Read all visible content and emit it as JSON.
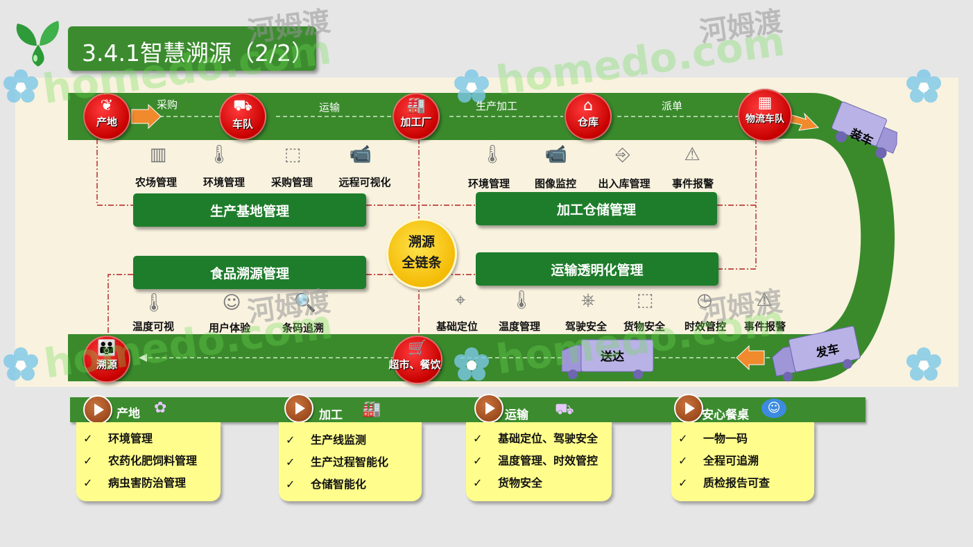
{
  "title": "3.4.1智慧溯源（2/2）",
  "watermarks": {
    "cn": "河姆渡",
    "en": "homedo.com"
  },
  "top_flow": {
    "nodes": [
      {
        "label": "产地",
        "icon": "sprout-icon"
      },
      {
        "label": "车队",
        "icon": "truck-icon"
      },
      {
        "label": "加工厂",
        "icon": "factory-icon"
      },
      {
        "label": "仓库",
        "icon": "warehouse-icon"
      },
      {
        "label": "物流车队",
        "icon": "building-icon"
      }
    ],
    "edge_labels": [
      "采购",
      "运输",
      "生产加工",
      "派单"
    ]
  },
  "bottom_flow": {
    "nodes": [
      {
        "label": "溯源",
        "icon": "people-icon"
      },
      {
        "label": "超市、餐饮",
        "icon": "cart-icon"
      }
    ],
    "trucks": [
      "装车",
      "送达",
      "发车"
    ]
  },
  "center": {
    "line1": "溯源",
    "line2": "全链条"
  },
  "modules": {
    "production_base": {
      "title": "生产基地管理",
      "features": [
        {
          "label": "农场管理",
          "icon": "farm-icon"
        },
        {
          "label": "环境管理",
          "icon": "thermometer-icon"
        },
        {
          "label": "采购管理",
          "icon": "box-icon"
        },
        {
          "label": "远程可视化",
          "icon": "camera-icon"
        }
      ]
    },
    "processing_storage": {
      "title": "加工仓储管理",
      "features": [
        {
          "label": "环境管理",
          "icon": "thermometer-icon"
        },
        {
          "label": "图像监控",
          "icon": "camera-icon"
        },
        {
          "label": "出入库管理",
          "icon": "door-icon"
        },
        {
          "label": "事件报警",
          "icon": "warning-icon"
        }
      ]
    },
    "food_trace": {
      "title": "食品溯源管理",
      "features": [
        {
          "label": "温度可视",
          "icon": "thermometer-icon"
        },
        {
          "label": "用户体验",
          "icon": "smiley-icon"
        },
        {
          "label": "条码追溯",
          "icon": "magnifier-icon"
        }
      ]
    },
    "transport": {
      "title": "运输透明化管理",
      "features": [
        {
          "label": "基础定位",
          "icon": "location-icon"
        },
        {
          "label": "温度管理",
          "icon": "thermometer-icon"
        },
        {
          "label": "驾驶安全",
          "icon": "steering-wheel-icon"
        },
        {
          "label": "货物安全",
          "icon": "box-icon"
        },
        {
          "label": "时效管控",
          "icon": "clock-icon"
        },
        {
          "label": "事件报警",
          "icon": "warning-icon"
        }
      ]
    }
  },
  "categories": [
    {
      "name": "产地",
      "icon": "plant-icon",
      "items": [
        "环境管理",
        "农药化肥饲料管理",
        "病虫害防治管理"
      ]
    },
    {
      "name": "加工",
      "icon": "factory-icon",
      "items": [
        "生产线监测",
        "生产过程智能化",
        "仓储智能化"
      ]
    },
    {
      "name": "运输",
      "icon": "truck-icon",
      "items": [
        "基础定位、驾驶安全",
        "温度管理、时效管控",
        "货物安全"
      ]
    },
    {
      "name": "安心餐桌",
      "icon": "smiley-icon",
      "items": [
        "一物一码",
        "全程可追溯",
        "质检报告可查"
      ]
    }
  ],
  "colors": {
    "accent_green": "#3c8c2f",
    "node_red": "#c80000",
    "center_yellow": "#f3b800",
    "card_yellow": "#fffe8c",
    "panel_cream": "#f8f2df"
  }
}
